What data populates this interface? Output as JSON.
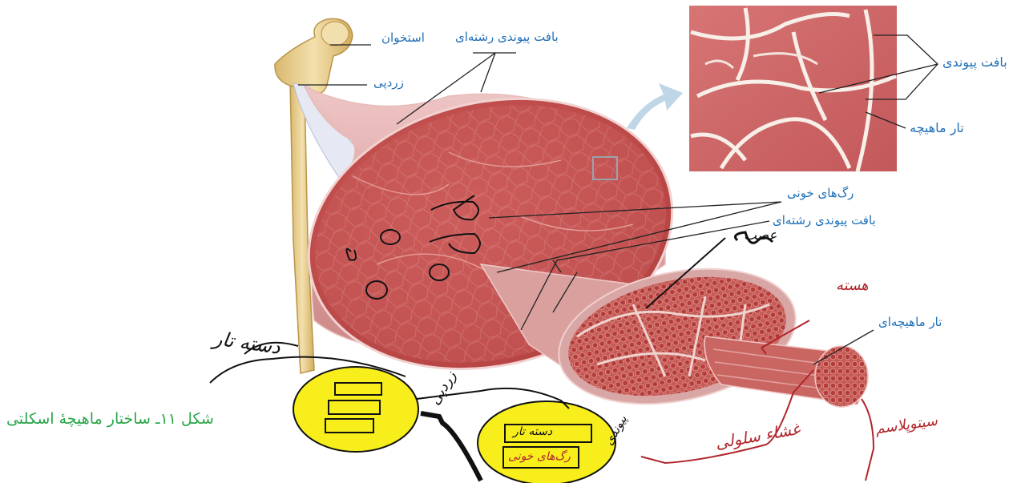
{
  "labels": {
    "bone": "استخوان",
    "tendon": "زردپی",
    "fibrous_ct_top": "بافت پیوندی رشته‌ای",
    "ct_micro": "بافت پیوندی",
    "fiber_micro": "تار ماهیچه",
    "blood_vessels": "رگ‌های خونی",
    "fibrous_ct_mid": "بافت پیوندی رشته‌ای",
    "muscle_fiber": "تار ماهیچه‌ای"
  },
  "caption": "شکل ۱۱ـ ساختار ماهیچهٔ اسکلتی",
  "handwritten": {
    "fascicle": "دسته تار",
    "tendon": "زردپی",
    "connective": "پیوندی",
    "box_fascicle": "دسته تار",
    "box_vessels": "رگ‌های خونی",
    "nerve": "عصب",
    "nucleus": "هسته",
    "sarcolemma": "غشاء سلولی",
    "cytoplasm": "سیتوپلاسم"
  },
  "colors": {
    "label_blue": "#1f6fb8",
    "caption_green": "#2aa64a",
    "ink_red": "#b0262c",
    "muscle_red": "#c24a4c",
    "bone": "#e9cf93",
    "highlight_yellow": "#f7ee1c"
  }
}
